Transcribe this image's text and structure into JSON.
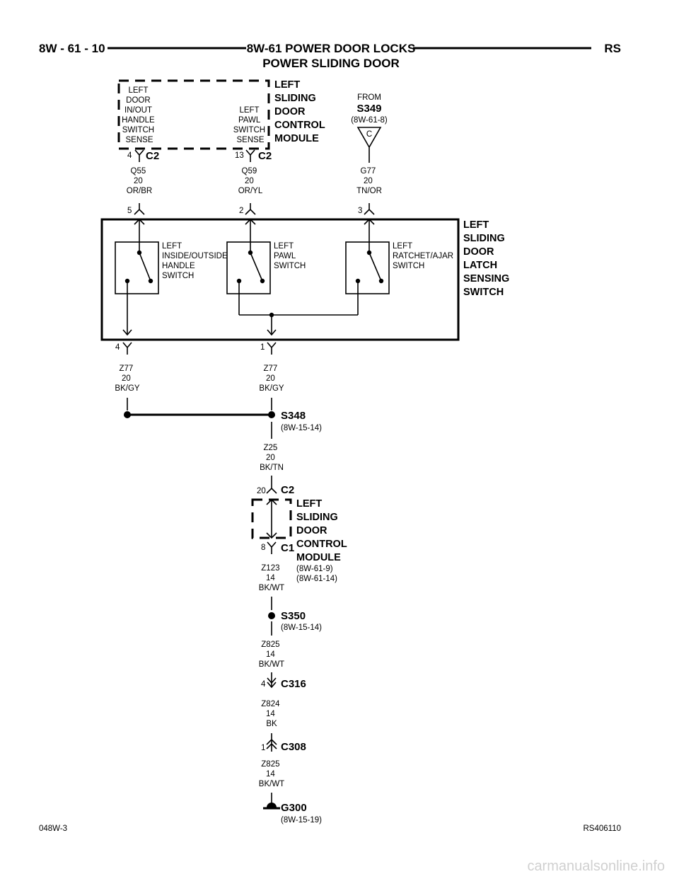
{
  "header": {
    "page_number": "8W - 61 - 10",
    "title": "8W-61 POWER DOOR LOCKS",
    "subtitle": "POWER SLIDING DOOR",
    "brand": "RS"
  },
  "footer": {
    "left_code": "048W-3",
    "right_code": "RS406110"
  },
  "watermark": "carmanualsonline.info",
  "module_top": {
    "name_lines": [
      "LEFT",
      "SLIDING",
      "DOOR",
      "CONTROL",
      "MODULE"
    ],
    "pin_left_lines": [
      "LEFT",
      "DOOR",
      "IN/OUT",
      "HANDLE",
      "SWITCH",
      "SENSE"
    ],
    "pin_right_lines": [
      "LEFT",
      "PAWL",
      "SWITCH",
      "SENSE"
    ],
    "pin_left_num": "4",
    "pin_left_conn": "C2",
    "pin_right_num": "13",
    "pin_right_conn": "C2"
  },
  "from_ref": {
    "label": "FROM",
    "splice": "S349",
    "page_ref": "(8W-61-8)",
    "connector_letter": "C"
  },
  "top_wires": [
    {
      "circuit": "Q55",
      "gauge": "20",
      "color": "OR/BR",
      "pin": "5"
    },
    {
      "circuit": "Q59",
      "gauge": "20",
      "color": "OR/YL",
      "pin": "2"
    },
    {
      "circuit": "G77",
      "gauge": "20",
      "color": "TN/OR",
      "pin": "3"
    }
  ],
  "latch": {
    "name_lines": [
      "LEFT",
      "SLIDING",
      "DOOR",
      "LATCH",
      "SENSING",
      "SWITCH"
    ],
    "switch_labels": [
      [
        "LEFT",
        "INSIDE/OUTSIDE",
        "HANDLE",
        "SWITCH"
      ],
      [
        "LEFT",
        "PAWL",
        "SWITCH"
      ],
      [
        "LEFT",
        "RATCHET/AJAR",
        "SWITCH"
      ]
    ],
    "bottom_pins": [
      "4",
      "1"
    ]
  },
  "lower_wires": [
    {
      "circuit": "Z77",
      "gauge": "20",
      "color": "BK/GY"
    },
    {
      "circuit": "Z77",
      "gauge": "20",
      "color": "BK/GY"
    }
  ],
  "s348": {
    "name": "S348",
    "ref": "(8W-15-14)"
  },
  "z25": {
    "circuit": "Z25",
    "gauge": "20",
    "color": "BK/TN"
  },
  "module_bottom": {
    "in_pin": "20",
    "in_conn": "C2",
    "out_pin": "8",
    "out_conn": "C1",
    "name_lines": [
      "LEFT",
      "SLIDING",
      "DOOR",
      "CONTROL",
      "MODULE"
    ],
    "refs": [
      "(8W-61-9)",
      "(8W-61-14)"
    ]
  },
  "z123": {
    "circuit": "Z123",
    "gauge": "14",
    "color": "BK/WT"
  },
  "s350": {
    "name": "S350",
    "ref": "(8W-15-14)"
  },
  "z825a": {
    "circuit": "Z825",
    "gauge": "14",
    "color": "BK/WT"
  },
  "c316": {
    "pin": "4",
    "name": "C316"
  },
  "z824": {
    "circuit": "Z824",
    "gauge": "14",
    "color": "BK"
  },
  "c308": {
    "pin": "1",
    "name": "C308"
  },
  "z825b": {
    "circuit": "Z825",
    "gauge": "14",
    "color": "BK/WT"
  },
  "g300": {
    "name": "G300",
    "ref": "(8W-15-19)"
  }
}
